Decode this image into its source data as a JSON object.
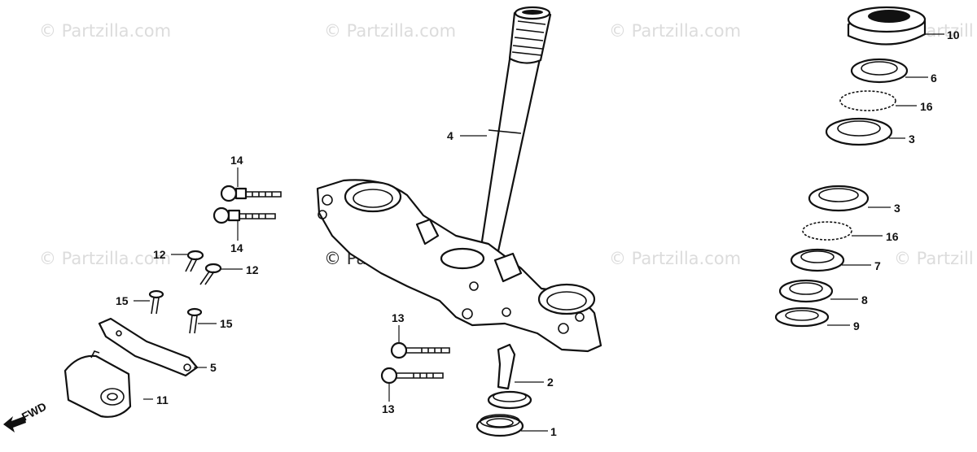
{
  "watermarks": [
    "© Partzilla.com",
    "© Partzilla.com",
    "© Partzilla.com",
    "© Partzill",
    "© Partzilla.com",
    "© Partzilla.com",
    "© Partzilla.com",
    "© Partzill"
  ],
  "callouts": {
    "c1": "1",
    "c2": "2",
    "c3a": "3",
    "c3b": "3",
    "c4": "4",
    "c5": "5",
    "c6": "6",
    "c7": "7",
    "c8": "8",
    "c9": "9",
    "c10": "10",
    "c11": "11",
    "c12a": "12",
    "c12b": "12",
    "c13a": "13",
    "c13b": "13",
    "c14a": "14",
    "c14b": "14",
    "c15a": "15",
    "c15b": "15",
    "c16a": "16",
    "c16b": "16"
  },
  "direction_label": "FWD"
}
